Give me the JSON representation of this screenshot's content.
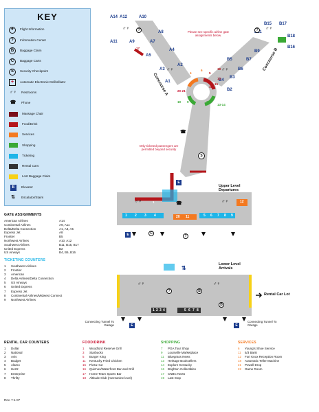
{
  "key": {
    "title": "KEY",
    "items": [
      {
        "label": "Flight Information",
        "icon": "flight-info-icon",
        "glyph": "✈"
      },
      {
        "label": "Information Center",
        "icon": "info-icon",
        "glyph": "?"
      },
      {
        "label": "Baggage Claim",
        "icon": "baggage-claim-icon",
        "glyph": "B"
      },
      {
        "label": "Baggage Carts",
        "icon": "baggage-cart-icon",
        "glyph": "C"
      },
      {
        "label": "Security Checkpoint",
        "icon": "security-icon",
        "glyph": "S"
      },
      {
        "label": "Automatic Electronic Defibrillator",
        "icon": "defibrillator-icon",
        "glyph": "+"
      },
      {
        "label": "Restrooms",
        "icon": "restroom-icon",
        "glyph": "♂♀"
      },
      {
        "label": "Phone",
        "icon": "phone-icon",
        "glyph": "☎"
      },
      {
        "label": "Massage Chair",
        "icon": "massage-chair-swatch",
        "color": "#7a0f1a"
      },
      {
        "label": "Food/Drink",
        "icon": "food-swatch",
        "color": "#b5161b"
      },
      {
        "label": "Services",
        "icon": "services-swatch",
        "color": "#f47920"
      },
      {
        "label": "Shopping",
        "icon": "shopping-swatch",
        "color": "#3aa935"
      },
      {
        "label": "Ticketing",
        "icon": "ticketing-swatch",
        "color": "#1fb5e8"
      },
      {
        "label": "Rental Cars",
        "icon": "rental-swatch",
        "color": "#333333"
      },
      {
        "label": "Lost Baggage Claim",
        "icon": "lost-baggage-swatch",
        "color": "#f7d117"
      },
      {
        "label": "Elevator",
        "icon": "elevator-icon",
        "glyph": "E"
      },
      {
        "label": "Escalator/Stairs",
        "icon": "escalator-icon",
        "glyph": "⇅"
      }
    ]
  },
  "gate_assignments": {
    "title": "GATE ASSIGNMENTS",
    "rows": [
      {
        "airline": "American Airlines",
        "gates": "A14"
      },
      {
        "airline": "Continental Airlines",
        "gates": "A9, A11"
      },
      {
        "airline": "Delta/Delta Connection",
        "gates": "A1, A3, A5"
      },
      {
        "airline": "Express Jet",
        "gates": "A8"
      },
      {
        "airline": "Frontier",
        "gates": "B5"
      },
      {
        "airline": "Northwest Airlines",
        "gates": "A10, A12"
      },
      {
        "airline": "Southwest Airlines",
        "gates": "B11, B15, B17"
      },
      {
        "airline": "United Express",
        "gates": "B2"
      },
      {
        "airline": "US Airways",
        "gates": "B4, B6, B16"
      }
    ]
  },
  "ticketing": {
    "title": "TICKETING COUNTERS",
    "rows": [
      "Southwest Airlines",
      "Frontier",
      "American",
      "Delta Airlines/Delta Connection",
      "US Airways",
      "United Express",
      "Express Jet",
      "Continental Airlines/Midwest Connect",
      "Northwest Airlines"
    ]
  },
  "rental": {
    "title": "RENTAL CAR COUNTERS",
    "rows": [
      "Dollar",
      "National",
      "Avis",
      "Budget",
      "Alamo",
      "Hertz",
      "Enterprise",
      "Thrifty"
    ]
  },
  "food": {
    "title": "FOOD/DRINK",
    "color": "#c8102e",
    "rows": [
      {
        "n": "1",
        "t": "Woodford Reserve Grill"
      },
      {
        "n": "3",
        "t": "Starbucks"
      },
      {
        "n": "5",
        "t": "Burger King"
      },
      {
        "n": "11",
        "t": "Kentucky Fried Chicken"
      },
      {
        "n": "15",
        "t": "Pizza Hut"
      },
      {
        "n": "16",
        "t": "Quiznos/Waterfront Bar and Grill"
      },
      {
        "n": "17",
        "t": "Home Team Sports Bar"
      },
      {
        "n": "18",
        "t": "Altitude Club (mezzanine level)"
      }
    ]
  },
  "shopping": {
    "title": "SHOPPING",
    "color": "#3aa935",
    "rows": [
      {
        "n": "7",
        "t": "PGA Tour Shop"
      },
      {
        "n": "9",
        "t": "Louisville Marketplace"
      },
      {
        "n": "11",
        "t": "Bluegrass News"
      },
      {
        "n": "13",
        "t": "Heritage Booksellers"
      },
      {
        "n": "14",
        "t": "Explore Kentucky"
      },
      {
        "n": "16",
        "t": "Brighton Collectibles"
      },
      {
        "n": "17",
        "t": "CNBC News"
      },
      {
        "n": "19",
        "t": "Last Stop"
      }
    ]
  },
  "services": {
    "title": "SERVICES",
    "color": "#f47920",
    "rows": [
      {
        "n": "6",
        "t": "Young's Shoe Service"
      },
      {
        "n": "11",
        "t": "5/3 Bank"
      },
      {
        "n": "12",
        "t": "Fort Knox Reception Room"
      },
      {
        "n": "18",
        "t": "Automatic Teller Machine"
      },
      {
        "n": "21",
        "t": "Powell Drop"
      },
      {
        "n": "22",
        "t": "Game Room"
      }
    ]
  },
  "map": {
    "gates_a": [
      "A14",
      "A12",
      "A10",
      "A11",
      "A9",
      "A8",
      "A7",
      "A5",
      "A4",
      "A3",
      "A2",
      "A1"
    ],
    "gates_b": [
      "B15",
      "B17",
      "B11",
      "B18",
      "B16",
      "B9",
      "B7",
      "B6",
      "B5",
      "B4",
      "B3",
      "B2"
    ],
    "concourse_a": "Concourse A",
    "concourse_b": "Concourse B",
    "see_airline_note": "Please see specific airline gate assignments below.",
    "ticketed_note": "Only ticketed passengers are permitted beyond security",
    "upper_level": "Upper Level Departures",
    "lower_level": "Lower Level Arrivals",
    "rental_lot": "Rental Car Lot",
    "garage_left": "Connecting Tunnel To Garage",
    "garage_right": "Connecting Tunnel To Garage",
    "ticket_nums": [
      "1",
      "2",
      "3",
      "4",
      "5",
      "6",
      "7",
      "8",
      "9"
    ],
    "upper_counters": [
      "20",
      "11",
      "12"
    ],
    "rental_nums": [
      "1",
      "2",
      "3",
      "4"
    ],
    "lower_rental_nums": [
      "5",
      "6",
      "7",
      "8"
    ],
    "node_labels": [
      "4",
      "6",
      "5",
      "10",
      "15",
      "13-14",
      "20-21",
      "9",
      "16",
      "17",
      "18",
      "19",
      "7",
      "1"
    ]
  },
  "footer": {
    "rev": "Rev. 7-1-07"
  }
}
